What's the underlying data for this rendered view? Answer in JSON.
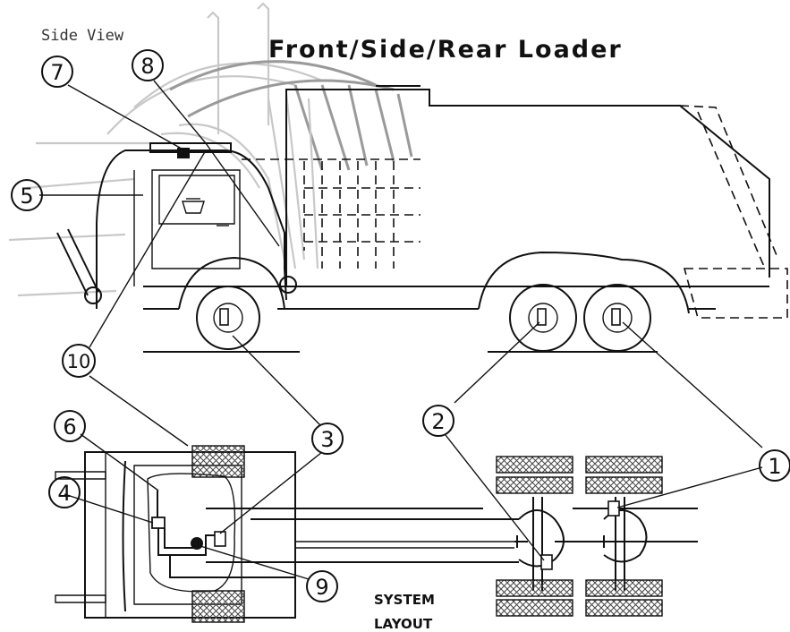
{
  "title": "Front/Side/Rear Loader",
  "view_label": "Side View",
  "system_layout": [
    "SYSTEM",
    "LAYOUT"
  ],
  "callouts": [
    "1",
    "2",
    "3",
    "4",
    "5",
    "6",
    "7",
    "8",
    "9",
    "10"
  ]
}
